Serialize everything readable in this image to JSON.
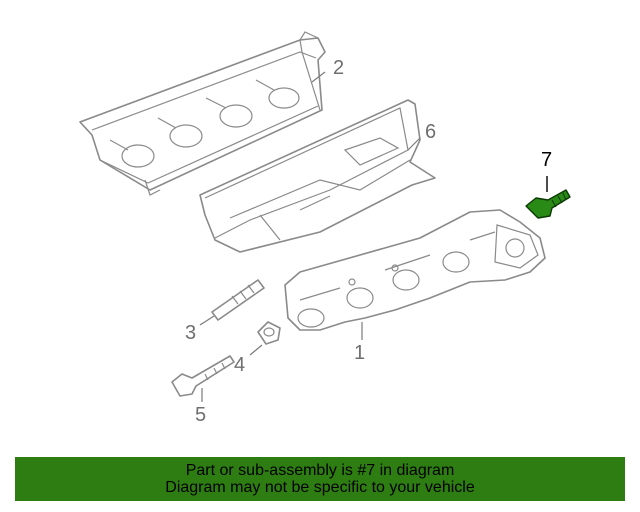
{
  "callouts": [
    "1",
    "2",
    "3",
    "4",
    "5",
    "6",
    "7"
  ],
  "highlight_callout": "7",
  "banner": {
    "line1": "Part or sub-assembly is #7 in diagram",
    "line2": "Diagram may not be specific to your vehicle"
  },
  "colors": {
    "banner": "#2e7d12",
    "highlight_part": "#2a8a16",
    "line_art": "#8a8a8a"
  }
}
